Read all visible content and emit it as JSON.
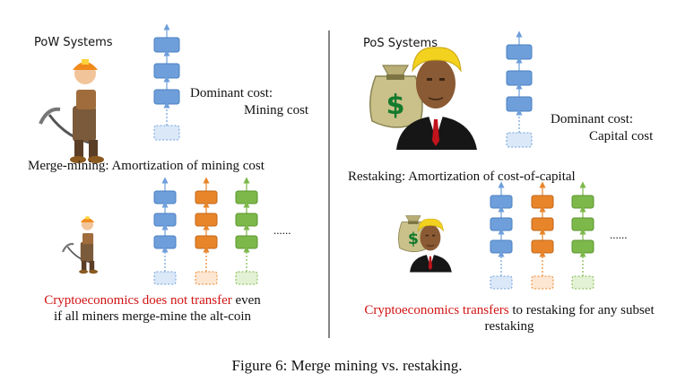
{
  "pow": {
    "title": "PoW Systems",
    "dominant_line1": "Dominant cost:",
    "dominant_line2": "Mining cost",
    "merge_heading": "Merge-mining: Amortization of mining cost",
    "dots": "......",
    "caption_red": "Cryptoeconomics does not transfer",
    "caption_rest": " even",
    "caption_line2": "if all miners merge-mine the alt-coin"
  },
  "pos": {
    "title": "PoS Systems",
    "dominant_line1": "Dominant cost:",
    "dominant_line2": "Capital cost",
    "restake_heading": "Restaking: Amortization of cost-of-capital",
    "dots": "......",
    "caption_red": "Cryptoeconomics transfers",
    "caption_rest": " to restaking for any subset",
    "caption_line2": "restaking"
  },
  "figure_caption": "Figure 6: Merge mining vs. restaking.",
  "colors": {
    "blue": "#6e9fdb",
    "orange": "#e8852a",
    "green": "#7db84a",
    "text_red": "#d11414",
    "divider": "#333333"
  },
  "icons": [
    "miner-icon",
    "money-bag-icon",
    "businessman-icon"
  ]
}
